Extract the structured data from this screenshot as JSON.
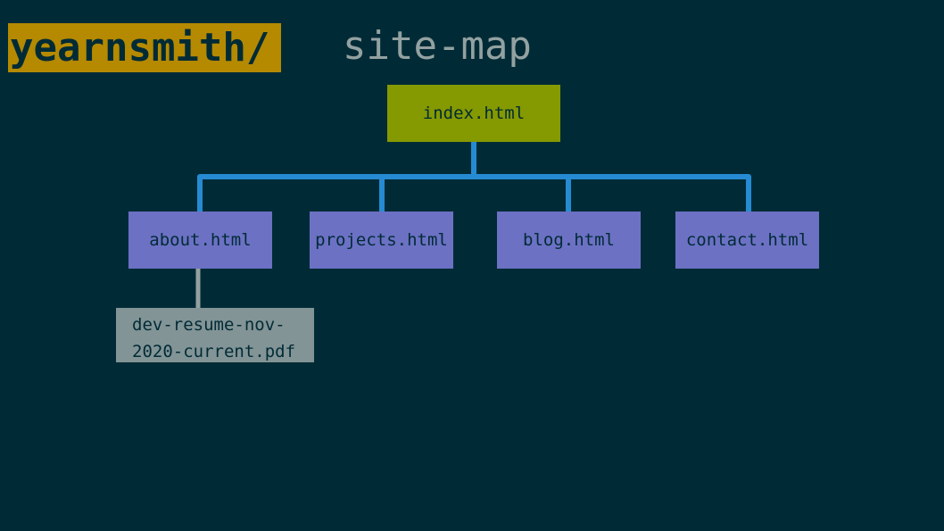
{
  "header": {
    "brand": "yearnsmith/",
    "title": "site-map"
  },
  "sitemap": {
    "root": "index.html",
    "pages": [
      "about.html",
      "projects.html",
      "blog.html",
      "contact.html"
    ],
    "attachment": {
      "parent": "about.html",
      "line1": "dev-resume-nov-",
      "line2": "2020-current.pdf"
    }
  },
  "colors": {
    "background": "#002b36",
    "brand": "#b58900",
    "root_node": "#859900",
    "page_node": "#6c71c4",
    "file_node": "#839496",
    "connector": "#268bd2",
    "file_connector": "#93a1a1"
  }
}
